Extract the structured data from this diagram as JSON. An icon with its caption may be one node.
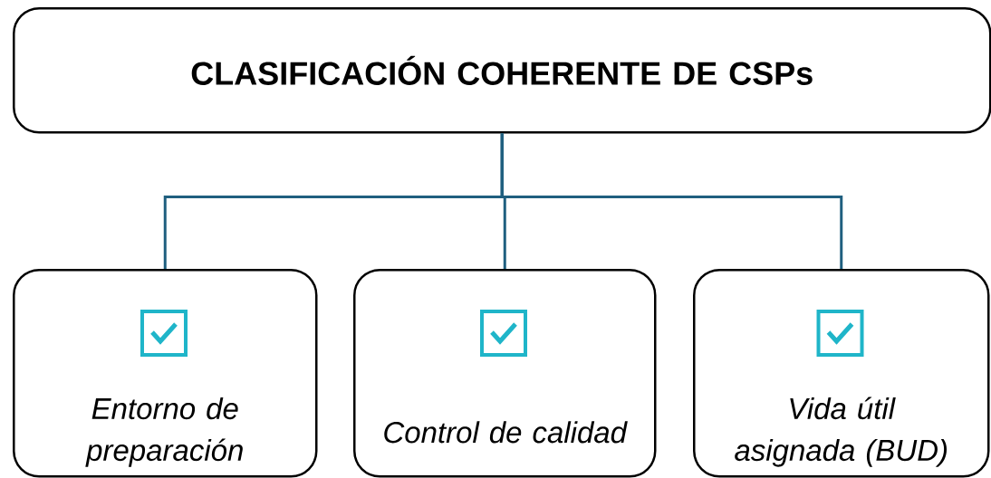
{
  "diagram": {
    "nodes": [
      {
        "text": [
          "CLASIFICACIÓN COHERENTE DE CSPs"
        ]
      },
      {
        "text": [
          "Entorno de preparación"
        ]
      },
      {
        "text": [
          "Control de calidad"
        ]
      },
      {
        "text": [
          "Vida útil asignada (BUD)"
        ]
      }
    ],
    "edges": [
      {
        "from": 0,
        "to": 1,
        "arrow": "none"
      },
      {
        "from": 0,
        "to": 2,
        "arrow": "none"
      },
      {
        "from": 0,
        "to": 3,
        "arrow": "none"
      }
    ]
  }
}
